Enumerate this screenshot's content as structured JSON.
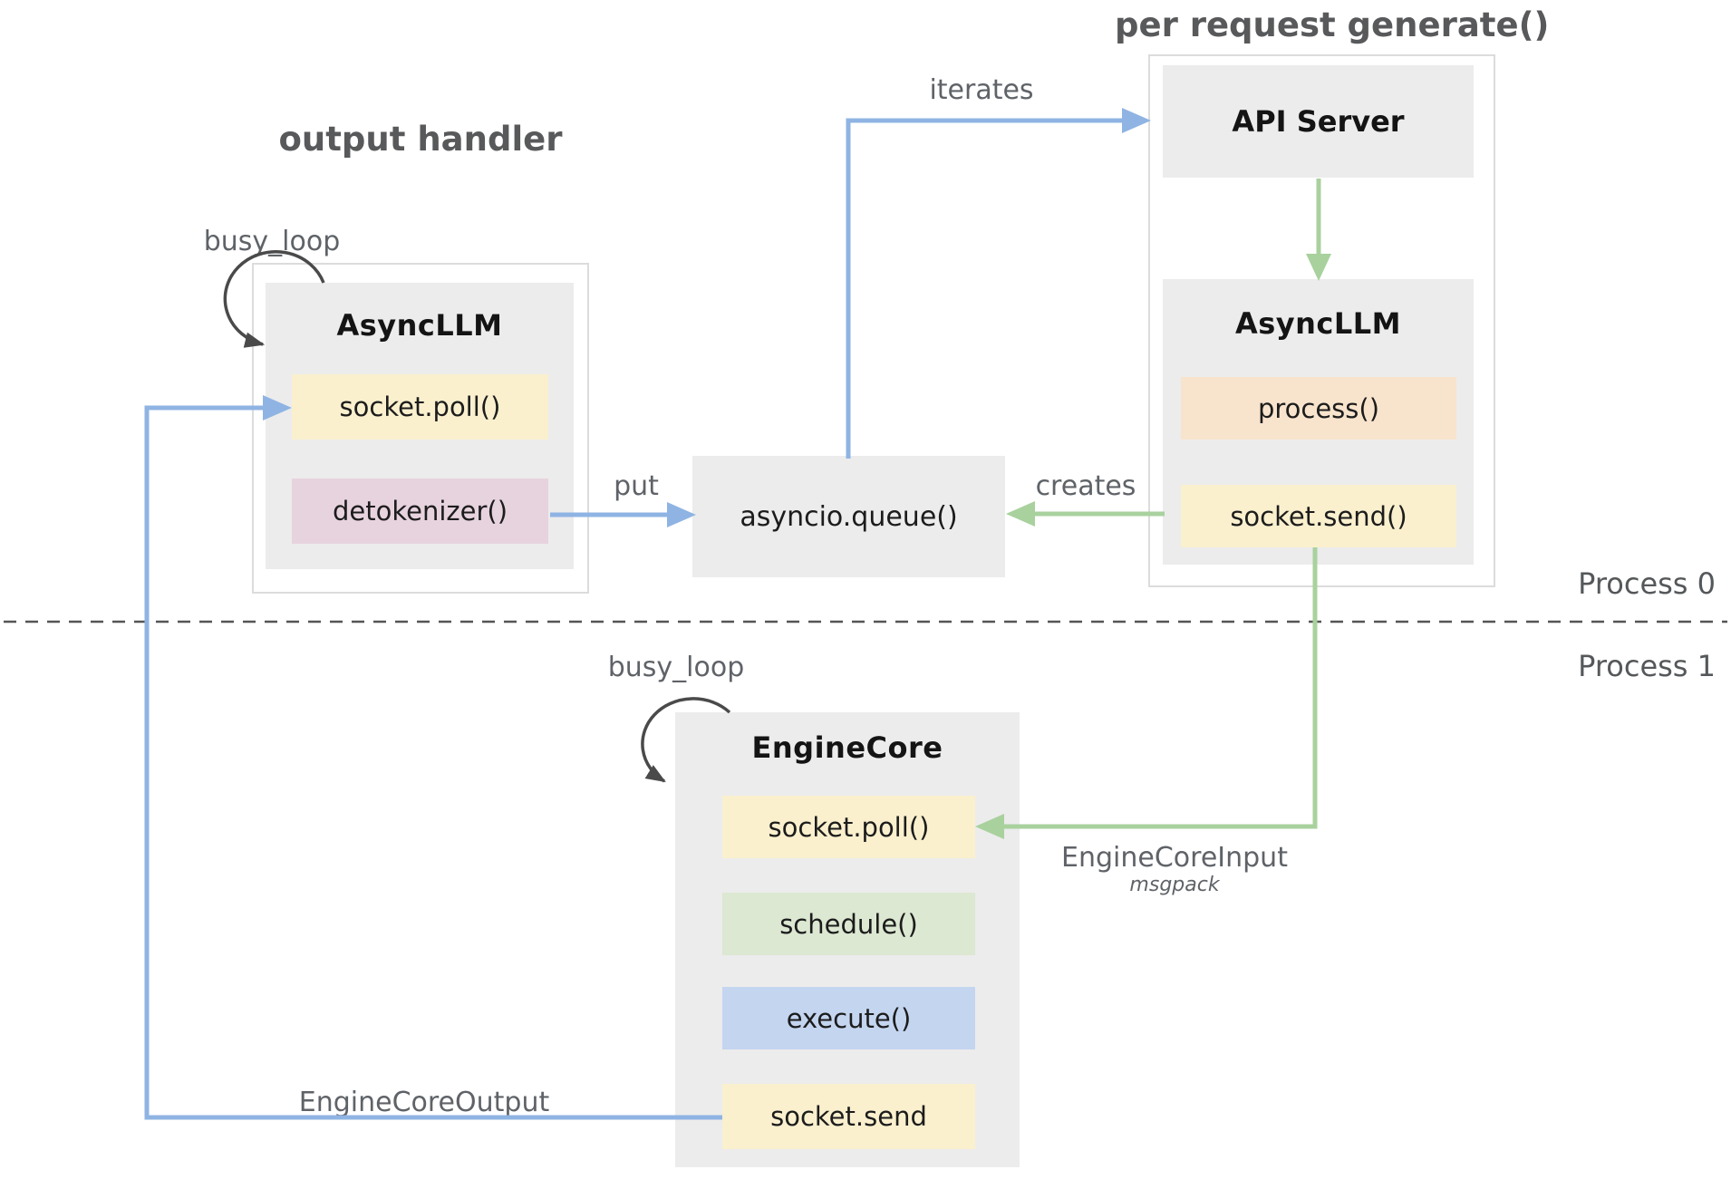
{
  "titles": {
    "output_handler": "output handler",
    "per_request_generate": "per request generate()"
  },
  "labels": {
    "busy_loop_left": "busy_loop",
    "busy_loop_engine": "busy_loop",
    "iterates": "iterates",
    "put": "put",
    "creates": "creates",
    "engine_core_input": "EngineCoreInput",
    "msgpack": "msgpack",
    "engine_core_output": "EngineCoreOutput",
    "process0": "Process 0",
    "process1": "Process 1"
  },
  "nodes": {
    "async_llm_left": {
      "title": "AsyncLLM",
      "methods": [
        "socket.poll()",
        "detokenizer()"
      ]
    },
    "api_server": {
      "title": "API Server"
    },
    "async_llm_right": {
      "title": "AsyncLLM",
      "methods": [
        "process()",
        "socket.send()"
      ]
    },
    "queue": {
      "title": "asyncio.queue()"
    },
    "engine_core": {
      "title": "EngineCore",
      "methods": [
        "socket.poll()",
        "schedule()",
        "execute()",
        "socket.send"
      ]
    }
  },
  "colors": {
    "arrow_blue": "#8fb4e3",
    "arrow_green": "#a9d19e",
    "loop_arrow_dark": "#4a4a4a",
    "chip_yellow": "#faf0ce",
    "chip_pink": "#e7d3de",
    "chip_peach": "#f8e4cd",
    "chip_green": "#dce8d2",
    "chip_blue": "#c4d5f0",
    "node_gray": "#ececec",
    "label_gray": "#5f6368",
    "dashed_line": "#555555"
  }
}
